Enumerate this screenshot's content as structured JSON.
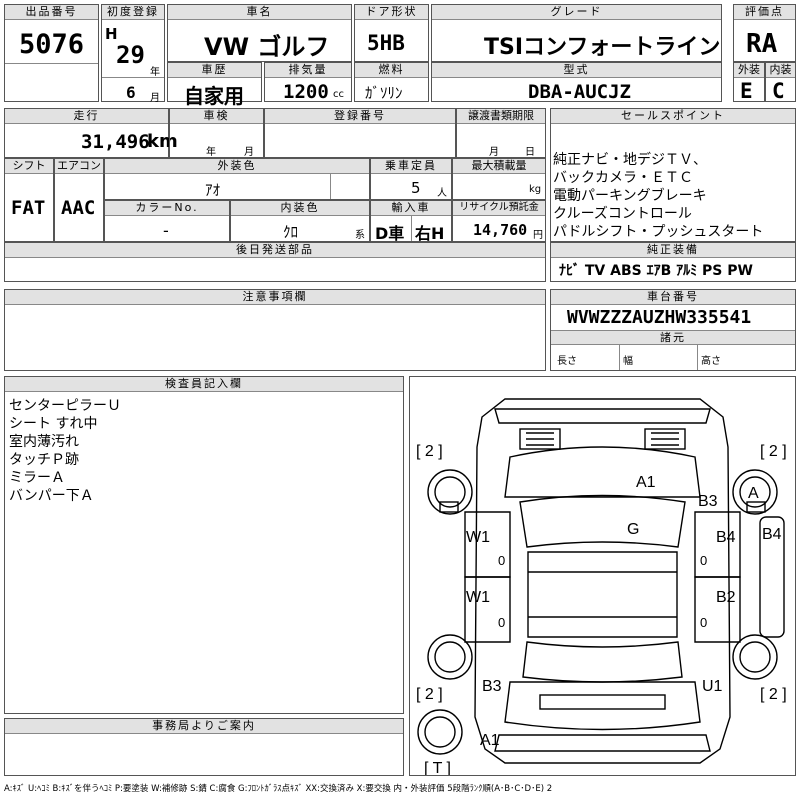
{
  "lot": {
    "label": "出品番号",
    "value": "5076"
  },
  "first_reg": {
    "label": "初度登録",
    "era": "H",
    "year": "29",
    "year_unit": "年",
    "month": "6",
    "month_unit": "月"
  },
  "car_name": {
    "label": "車名",
    "value": "VW ゴルフ"
  },
  "door": {
    "label": "ドア形状",
    "value": "5HB"
  },
  "grade": {
    "label": "グレード",
    "value": "TSIコンフォートライン"
  },
  "rating": {
    "label": "評価点",
    "value": "RA"
  },
  "history": {
    "label": "車歴",
    "value": "自家用"
  },
  "displacement": {
    "label": "排気量",
    "value": "1200",
    "unit": "cc"
  },
  "fuel": {
    "label": "燃料",
    "value": "ｶﾞｿﾘﾝ"
  },
  "model": {
    "label": "型式",
    "value": "DBA-AUCJZ"
  },
  "exterior": {
    "label": "外装",
    "value": "E"
  },
  "interior": {
    "label": "内装",
    "value": "C"
  },
  "mileage": {
    "label": "走行",
    "value": "31,496",
    "unit": "km"
  },
  "inspection": {
    "label": "車検",
    "year_unit": "年",
    "month_unit": "月"
  },
  "registration": {
    "label": "登録番号"
  },
  "transfer": {
    "label": "譲渡書類期限",
    "month_unit": "月",
    "day_unit": "日"
  },
  "sales": {
    "label": "セールスポイント",
    "lines": [
      "純正ナビ・地デジＴＶ、",
      "バックカメラ・ＥＴＣ",
      "電動パーキングブレーキ",
      "クルーズコントロール",
      "パドルシフト・プッシュスタート"
    ]
  },
  "shift": {
    "label": "シフト",
    "value": "FAT"
  },
  "aircon": {
    "label": "エアコン",
    "value": "AAC"
  },
  "ext_color": {
    "label": "外装色",
    "value": "ｱｵ"
  },
  "capacity": {
    "label": "乗車定員",
    "value": "5",
    "unit": "人"
  },
  "max_load": {
    "label": "最大積載量",
    "unit": "kg"
  },
  "color_no": {
    "label": "カラーNo.",
    "value": "-"
  },
  "int_color": {
    "label": "内装色",
    "value": "ｸﾛ",
    "unit": "系"
  },
  "import": {
    "label": "輸入車",
    "value1": "D車",
    "value2": "右H"
  },
  "recycle": {
    "label": "リサイクル預託金",
    "value": "14,760",
    "unit": "円"
  },
  "later_parts": {
    "label": "後日発送部品"
  },
  "equipment": {
    "label": "純正装備",
    "value": "ﾅﾋﾞ TV ABS ｴｱB ｱﾙﾐ PS PW"
  },
  "notes": {
    "label": "注意事項欄"
  },
  "vin": {
    "label": "車台番号",
    "value": "WVWZZZAUZHW335541"
  },
  "specs": {
    "label": "諸元",
    "length": "長さ",
    "width": "幅",
    "height": "高さ"
  },
  "inspector": {
    "label": "検査員記入欄",
    "lines": [
      "センターピラーＵ",
      "シート すれ中",
      "室内薄汚れ",
      "タッチＰ跡",
      "ミラーＡ",
      "バンパー下Ａ"
    ]
  },
  "office": {
    "label": "事務局よりご案内"
  },
  "diagram": {
    "tire_tl": "[ 2 ]",
    "tire_tr": "[ 2 ]",
    "tire_bl": "[ 2 ]",
    "tire_br": "[ 2 ]",
    "tire_spare": "[ T ]",
    "marks": {
      "a1_hood": "A1",
      "b3_front_right": "B3",
      "a_right_mirror": "A",
      "g_windshield": "G",
      "w1_left_front": "W1",
      "b4_right_front": "B4",
      "b4_outside": "B4",
      "w1_left_rear": "W1",
      "b2_right_rear": "B2",
      "b3_rear_left": "B3",
      "u1_rear_right": "U1",
      "a1_rear": "A1"
    },
    "zeros": [
      "0",
      "0",
      "0",
      "0"
    ]
  },
  "legend": "A:ｷｽﾞ U:ﾍｺﾐ B:ｷｽﾞを伴うﾍｺﾐ P:要塗装 W:補修跡 S:錆 C:腐食 G:ﾌﾛﾝﾄｶﾞﾗｽ点ｷｽﾞ XX:交換済み X:要交換 内・外装評価 5段階ﾗﾝｸ順(A･B･C･D･E) 2"
}
